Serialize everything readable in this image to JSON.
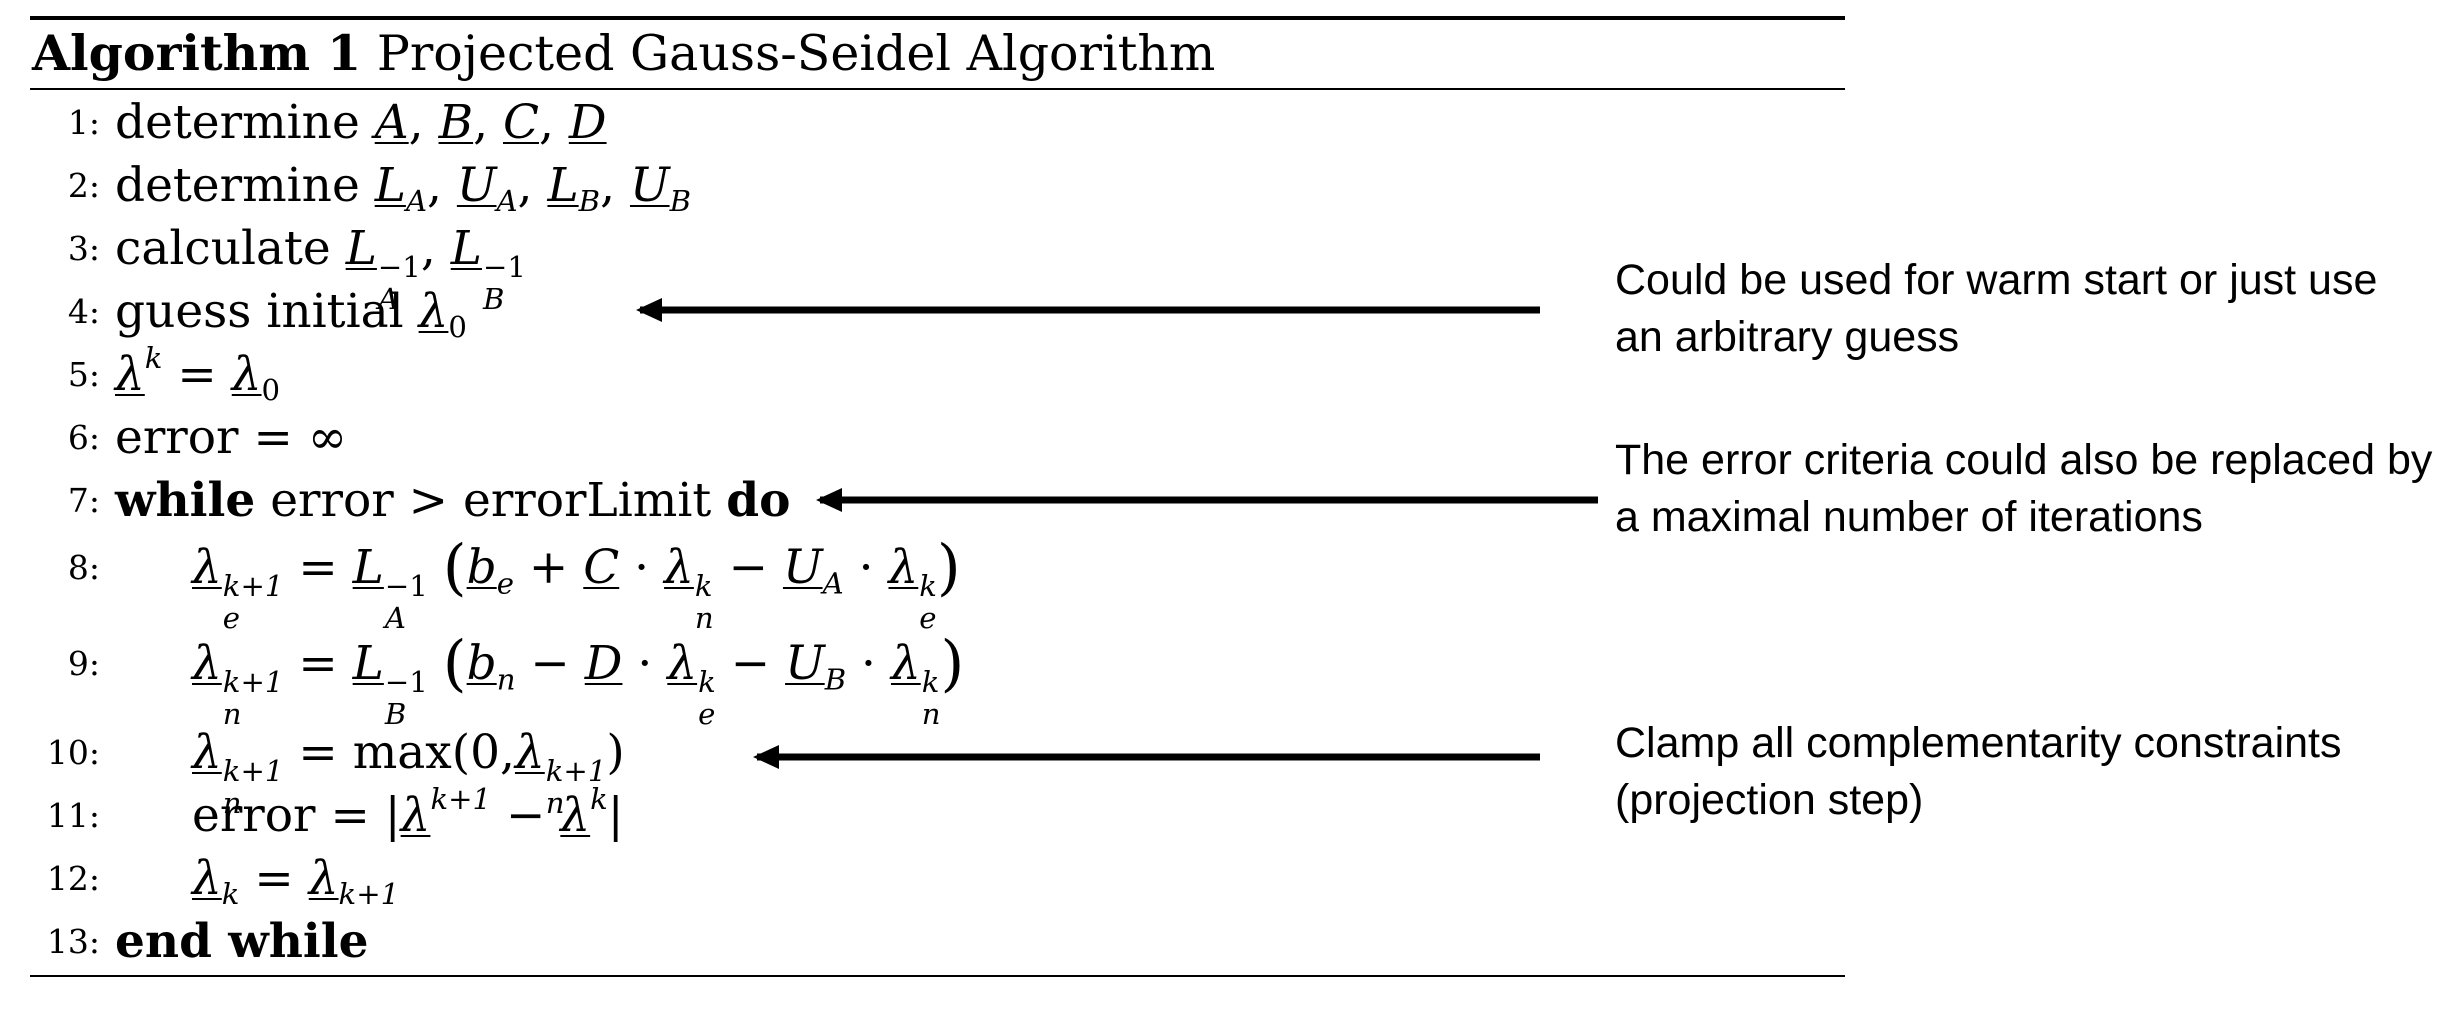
{
  "algorithm": {
    "label": "Algorithm 1",
    "title": "Projected Gauss-Seidel Algorithm",
    "lines": [
      {
        "num": "1:",
        "keyword": "determine",
        "math": [
          "A",
          "B",
          "C",
          "D"
        ]
      },
      {
        "num": "2:",
        "keyword": "determine",
        "math": [
          "L",
          "A",
          "U",
          "A",
          "L",
          "B",
          "U",
          "B"
        ]
      },
      {
        "num": "3:",
        "keyword": "calculate",
        "sup": "−1",
        "math": [
          "L",
          "A",
          "L",
          "B"
        ]
      },
      {
        "num": "4:",
        "keyword": "guess initial",
        "math": [
          "λ",
          "0"
        ]
      },
      {
        "num": "5:",
        "lhs": "λ",
        "lhs_sup": "k",
        "op": "=",
        "rhs": "λ",
        "rhs_sub": "0"
      },
      {
        "num": "6:",
        "text": "error",
        "op": "=",
        "value": "∞"
      },
      {
        "num": "7:",
        "kw_while": "while",
        "text": "error",
        "op": ">",
        "limit": "errorLimit",
        "kw_do": "do"
      },
      {
        "num": "8:",
        "lhs_sub": "e",
        "sup": "k+1",
        "b_sub": "e",
        "plus": "+",
        "coeff": "C",
        "other_sub": "n",
        "minus": "−",
        "u_sub": "A",
        "dot": "·",
        "k": "k"
      },
      {
        "num": "9:",
        "lhs_sub": "n",
        "sup": "k+1",
        "b_sub": "n",
        "minus": "−",
        "coeff": "D",
        "other_sub": "e",
        "u_sub": "B",
        "dot": "·",
        "k": "k"
      },
      {
        "num": "10:",
        "lhs_sub": "n",
        "sup": "k+1",
        "op": "=",
        "func": "max(0,",
        "close": ")"
      },
      {
        "num": "11:",
        "text": "error",
        "op": "=",
        "sup1": "k+1",
        "minus": "−",
        "sup2": "k"
      },
      {
        "num": "12:",
        "lhs_sub": "k",
        "op": "=",
        "rhs_sub": "k+1"
      },
      {
        "num": "13:",
        "keyword": "end while"
      }
    ]
  },
  "annotations": [
    {
      "text": "Could be used for warm start or just use an arbitrary guess"
    },
    {
      "text": "The error criteria could also be replaced by a maximal number of iterations"
    },
    {
      "text": "Clamp all complementarity constraints (projection step)"
    }
  ],
  "colors": {
    "ink": "#000000",
    "background": "#ffffff"
  }
}
